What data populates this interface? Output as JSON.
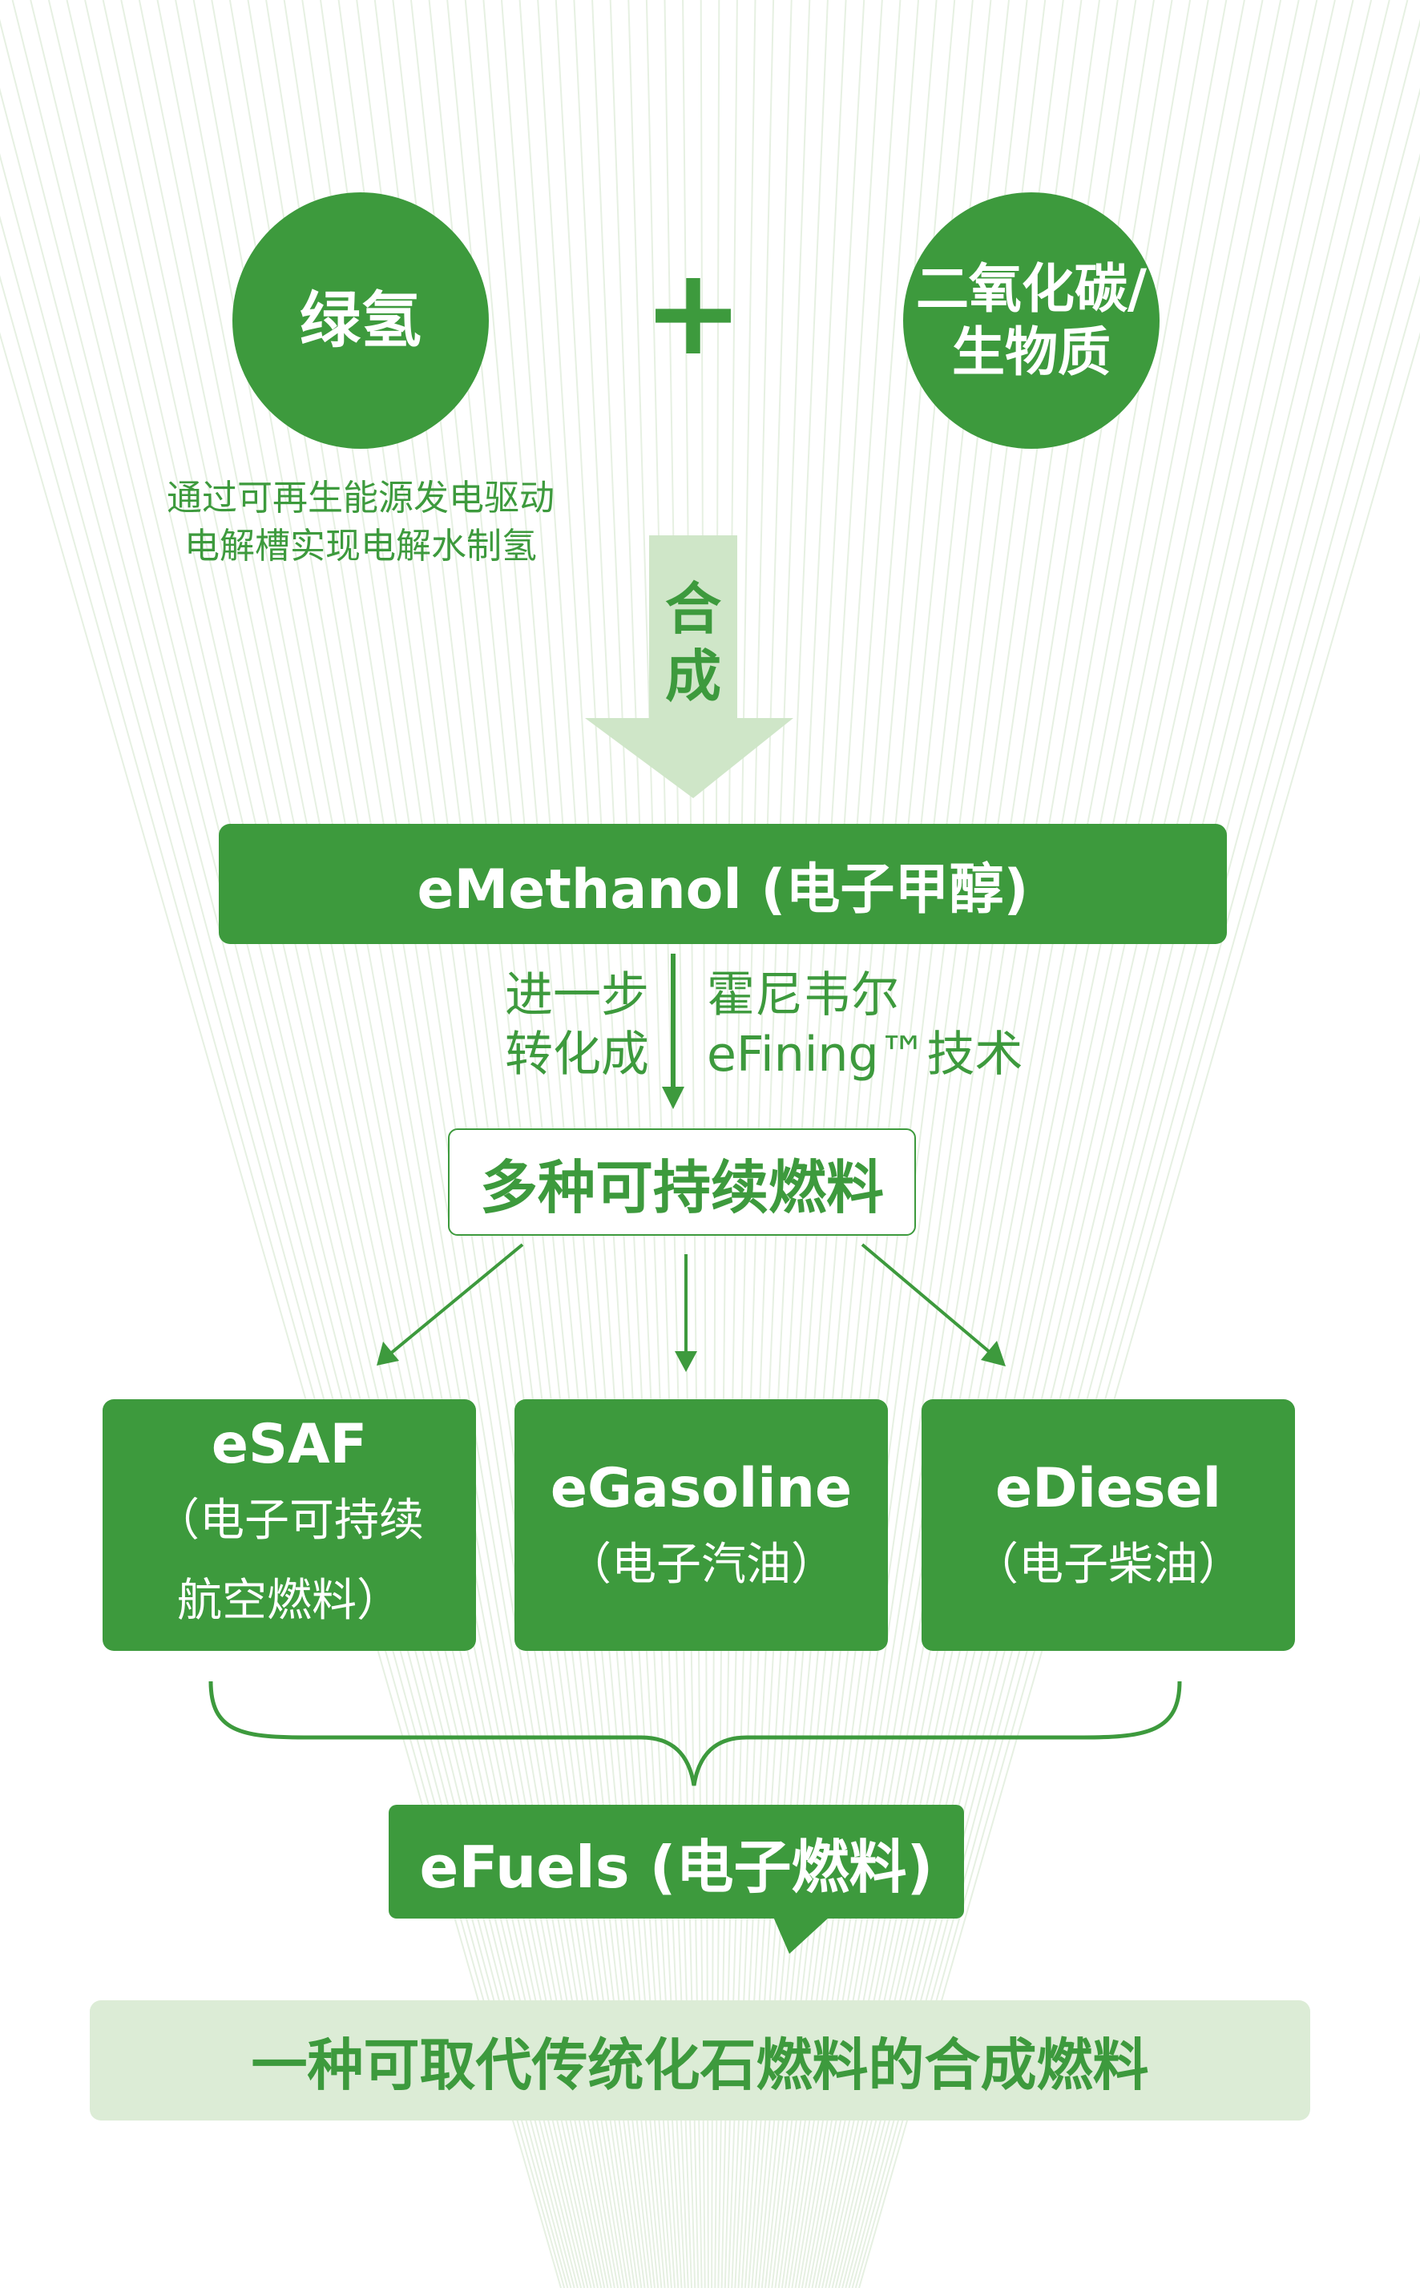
{
  "inputs": {
    "hydrogen": {
      "label": "绿氢",
      "note": "通过可再生能源发电驱动\n电解槽实现电解水制氢"
    },
    "plus_symbol": "+",
    "carbon": {
      "label": "二氧化碳/\n生物质"
    }
  },
  "synthesis_arrow": {
    "label": "合\n成"
  },
  "emethanol": {
    "label": "eMethanol (电子甲醇)"
  },
  "conversion": {
    "left_label": "进一步\n转化成",
    "right_label": "霍尼韦尔\neFining™技术"
  },
  "fuels_header": {
    "label": "多种可持续燃料"
  },
  "products": [
    {
      "title": "eSAF",
      "subtitle": "（电子可持续\n航空燃料）"
    },
    {
      "title": "eGasoline",
      "subtitle": "（电子汽油）"
    },
    {
      "title": "eDiesel",
      "subtitle": "（电子柴油）"
    }
  ],
  "efuels": {
    "label": "eFuels (电子燃料)"
  },
  "definition": {
    "text": "一种可取代传统化石燃料的合成燃料"
  },
  "colors": {
    "primary_green": "#3d9a3d",
    "light_green": "#cfe6c8",
    "background": "#ffffff"
  }
}
